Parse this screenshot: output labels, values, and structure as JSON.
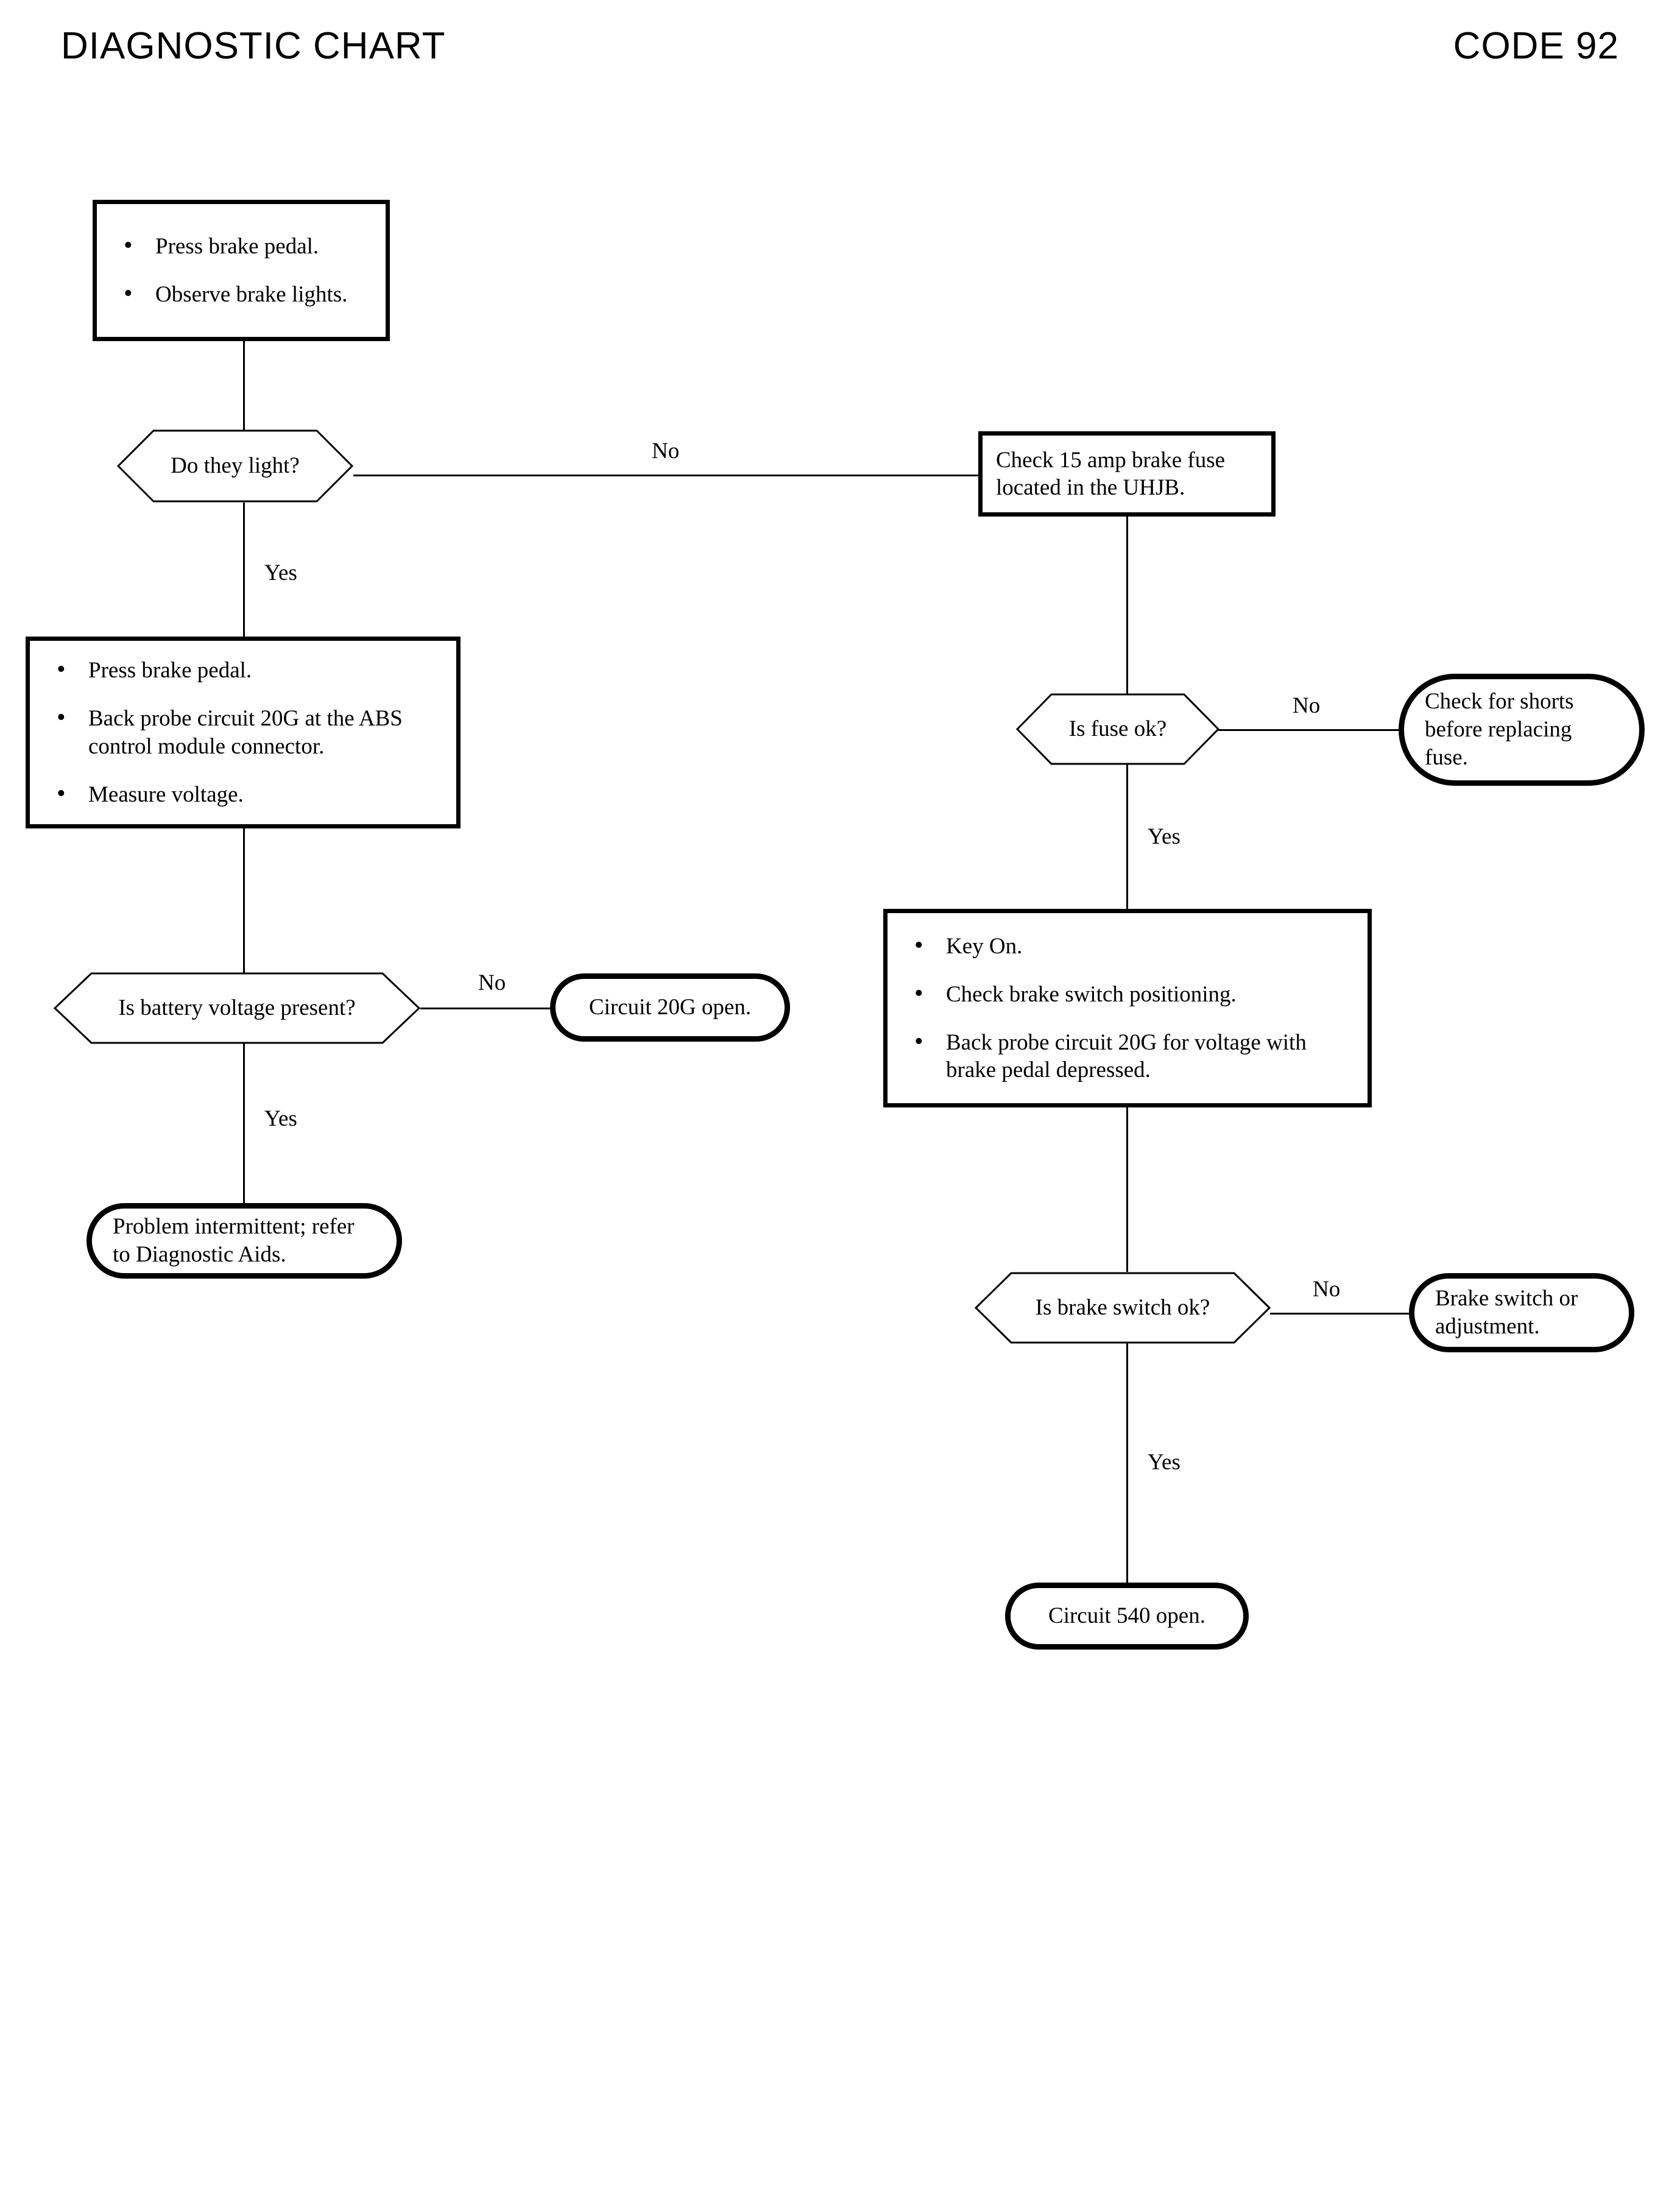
{
  "header": {
    "title": "DIAGNOSTIC CHART",
    "code": "CODE 92"
  },
  "chart_data": {
    "type": "diagram",
    "diagram_kind": "flowchart",
    "title": "DIAGNOSTIC CHART",
    "code": "CODE 92",
    "nodes": [
      {
        "id": "n1",
        "shape": "process",
        "text": [
          "Press brake pedal.",
          "Observe brake lights."
        ]
      },
      {
        "id": "d1",
        "shape": "decision",
        "text": "Do they light?"
      },
      {
        "id": "n2",
        "shape": "process",
        "text": [
          "Press brake pedal.",
          "Back probe circuit 20G at the ABS control module connector.",
          "Measure voltage."
        ]
      },
      {
        "id": "d2",
        "shape": "decision",
        "text": "Is battery voltage present?"
      },
      {
        "id": "t1",
        "shape": "terminal",
        "text": "Circuit 20G open."
      },
      {
        "id": "t2",
        "shape": "terminal",
        "text": "Problem intermittent; refer to Diagnostic Aids."
      },
      {
        "id": "n3",
        "shape": "process",
        "text": [
          "Check 15 amp brake fuse located in the UHJB."
        ]
      },
      {
        "id": "d3",
        "shape": "decision",
        "text": "Is fuse ok?"
      },
      {
        "id": "t3",
        "shape": "terminal",
        "text": "Check for shorts before replacing fuse."
      },
      {
        "id": "n4",
        "shape": "process",
        "text": [
          "Key On.",
          "Check brake switch positioning.",
          "Back probe circuit 20G for voltage with brake pedal depressed."
        ]
      },
      {
        "id": "d4",
        "shape": "decision",
        "text": "Is brake switch ok?"
      },
      {
        "id": "t4",
        "shape": "terminal",
        "text": "Brake switch or adjustment."
      },
      {
        "id": "t5",
        "shape": "terminal",
        "text": "Circuit 540 open."
      }
    ],
    "edges": [
      {
        "from": "n1",
        "to": "d1",
        "label": ""
      },
      {
        "from": "d1",
        "to": "n3",
        "label": "No"
      },
      {
        "from": "d1",
        "to": "n2",
        "label": "Yes"
      },
      {
        "from": "n2",
        "to": "d2",
        "label": ""
      },
      {
        "from": "d2",
        "to": "t1",
        "label": "No"
      },
      {
        "from": "d2",
        "to": "t2",
        "label": "Yes"
      },
      {
        "from": "n3",
        "to": "d3",
        "label": ""
      },
      {
        "from": "d3",
        "to": "t3",
        "label": "No"
      },
      {
        "from": "d3",
        "to": "n4",
        "label": "Yes"
      },
      {
        "from": "n4",
        "to": "d4",
        "label": ""
      },
      {
        "from": "d4",
        "to": "t4",
        "label": "No"
      },
      {
        "from": "d4",
        "to": "t5",
        "label": "Yes"
      }
    ]
  },
  "nodes": {
    "press_observe": {
      "b1": "Press brake pedal.",
      "b2": "Observe brake lights."
    },
    "do_they_light": {
      "label": "Do they light?"
    },
    "check_fuse": {
      "text": "Check 15 amp brake fuse located in the UHJB."
    },
    "probe_abs": {
      "b1": "Press brake pedal.",
      "b2": "Back probe circuit 20G at the ABS control module connector.",
      "b3": "Measure voltage."
    },
    "is_fuse_ok": {
      "label": "Is fuse ok?"
    },
    "check_shorts": {
      "text": "Check for shorts before replacing fuse."
    },
    "battery_voltage": {
      "label": "Is battery voltage present?"
    },
    "circuit_20g_open": {
      "text": "Circuit 20G open."
    },
    "key_on_box": {
      "b1": "Key On.",
      "b2": "Check brake switch positioning.",
      "b3": "Back probe circuit 20G for voltage with brake pedal depressed."
    },
    "problem_intermittent": {
      "text": "Problem intermittent; refer to Diagnostic Aids."
    },
    "brake_switch_ok": {
      "label": "Is brake switch ok?"
    },
    "brake_switch_adjust": {
      "text": "Brake switch or adjustment."
    },
    "circuit_540_open": {
      "text": "Circuit 540 open."
    }
  },
  "edge_labels": {
    "no_1": "No",
    "yes_1": "Yes",
    "no_2": "No",
    "yes_2": "Yes",
    "no_3": "No",
    "yes_3": "Yes",
    "no_4": "No",
    "yes_4": "Yes"
  }
}
